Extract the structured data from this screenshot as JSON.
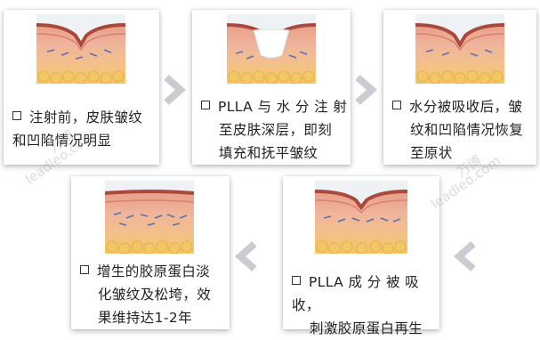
{
  "steps": [
    {
      "text": "注射前，皮肤皱纹和凹陷情况明显",
      "lines": [
        "注射前，皮肤皱纹",
        "和凹陷情况明显"
      ]
    },
    {
      "text": "PLLA与水分注射至皮肤深层，即刻填充和抚平皱纹",
      "lines": [
        "PLLA 与 水 分 注 射",
        "至皮肤深层，即刻",
        "填充和抚平皱纹"
      ]
    },
    {
      "text": "水分被吸收后，皱纹和凹陷情况恢复至原状",
      "lines": [
        "水分被吸收后，皱",
        "纹和凹陷情况恢复",
        "至原状"
      ]
    },
    {
      "text": "增生的胶原蛋白淡化皱纹及松垮，效果维持达1-2年",
      "lines": [
        "增生的胶原蛋白淡",
        "化皱纹及松垮，效",
        "果维持达1-2年"
      ]
    },
    {
      "text": "PLLA成分被吸收，刺激胶原蛋白再生",
      "lines": [
        "PLLA 成 分 被 吸 收，",
        "刺激胶原蛋白再生"
      ]
    }
  ],
  "watermark": {
    "brand": "leadleo.com",
    "cn": "万博"
  },
  "colors": {
    "arrow": "#c9cdd2",
    "card_shadow": "#bbbbbb",
    "skin_top": "#c9685a",
    "fat": "#f1c46a"
  }
}
